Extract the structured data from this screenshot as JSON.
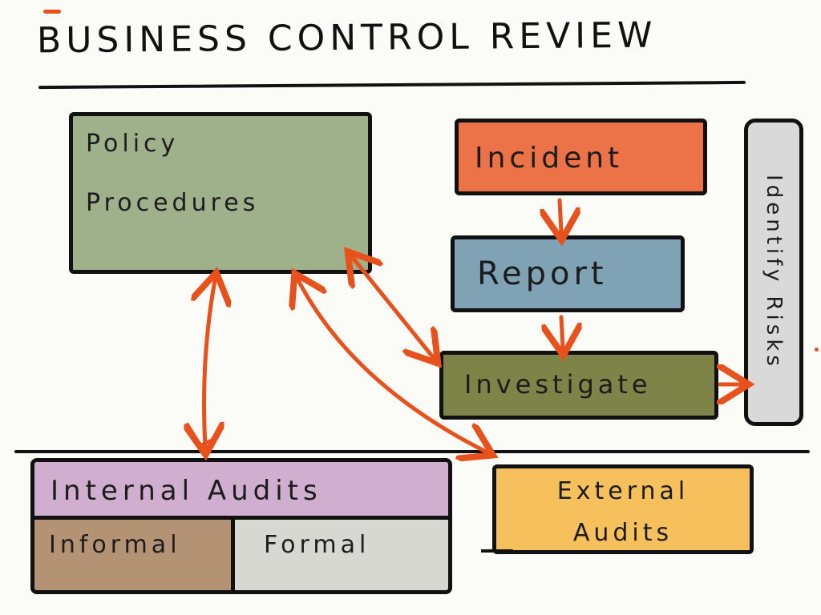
{
  "title": "Business Control Review",
  "boxes": {
    "policy": [
      "Policy",
      "Procedures"
    ],
    "incident": "Incident",
    "report": "Report",
    "investigate": "Investigate",
    "identify_risks": "Identify Risks",
    "internal_audits": "Internal Audits",
    "informal": "Informal",
    "formal": "Formal",
    "external_audits": [
      "External",
      "Audits"
    ]
  },
  "colors": {
    "arrow": "#e8501c",
    "policy": "#9fb18a",
    "incident": "#ec7247",
    "report": "#7fa2b4",
    "investigate": "#7e8448",
    "identify_risks": "#d9d9d9",
    "internal_audits": "#cfaed0",
    "informal": "#b49374",
    "formal": "#d8d8d2",
    "external_audits": "#f6c15d"
  }
}
